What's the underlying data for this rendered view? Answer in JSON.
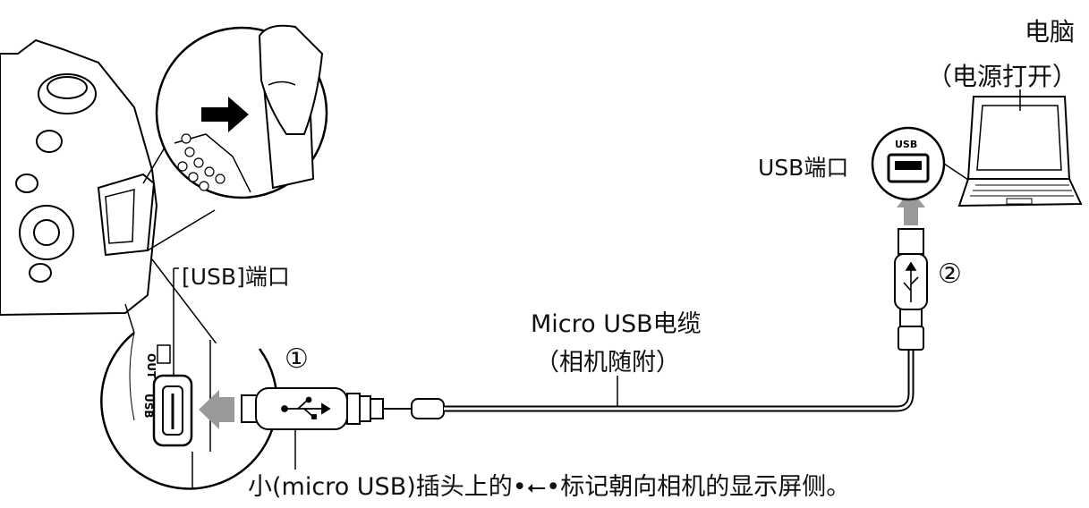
{
  "labels": {
    "pc_title": "电脑",
    "pc_status": "（电源打开）",
    "pc_usb_port": "USB端口",
    "pc_port_tag": "USB",
    "camera_usb_port": "[USB]端口",
    "cable_name": "Micro USB电缆",
    "cable_note": "（相机随附）",
    "step_1": "①",
    "step_2": "②",
    "camera_port_out": "OUT",
    "camera_port_usb": "USB",
    "bottom_note": "小(micro USB)插头上的•⭠•标记朝向相机的显示屏侧。"
  },
  "colors": {
    "line": "#000000",
    "arrow_gray": "#9a9a9a",
    "background": "#ffffff"
  },
  "icons": [
    "camera",
    "laptop",
    "usb-plug",
    "usb-symbol-icon",
    "push-arrow-icon"
  ]
}
